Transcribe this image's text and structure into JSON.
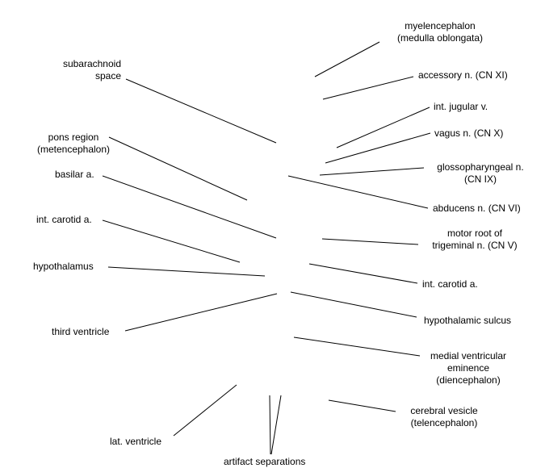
{
  "labels": {
    "myelencephalon": [
      "myelencephalon",
      "(medulla oblongata)"
    ],
    "subarachnoid": [
      "subarachnoid",
      "space"
    ],
    "accessory": [
      "accessory n. (CN XI)"
    ],
    "jugular": [
      "int. jugular v."
    ],
    "vagus": [
      "vagus n. (CN X)"
    ],
    "pons": [
      "pons region",
      "(metencephalon)"
    ],
    "glossopharyngeal": [
      "glossopharyngeal n.",
      "(CN IX)"
    ],
    "basilar": [
      "basilar a."
    ],
    "abducens": [
      "abducens n. (CN VI)"
    ],
    "carotid_left": [
      "int. carotid a."
    ],
    "trigeminal": [
      "motor root of",
      "trigeminal n. (CN V)"
    ],
    "hypothalamus": [
      "hypothalamus"
    ],
    "carotid_right": [
      "int. carotid a."
    ],
    "hypothalamic_sulcus": [
      "hypothalamic sulcus"
    ],
    "third_ventricle": [
      "third ventricle"
    ],
    "ventricular_eminence": [
      "medial ventricular",
      "eminence",
      "(diencephalon)"
    ],
    "cerebral_vesicle": [
      "cerebral vesicle",
      "(telencephalon)"
    ],
    "lat_ventricle": [
      "lat. ventricle"
    ],
    "artifact": [
      "artifact separations"
    ]
  }
}
